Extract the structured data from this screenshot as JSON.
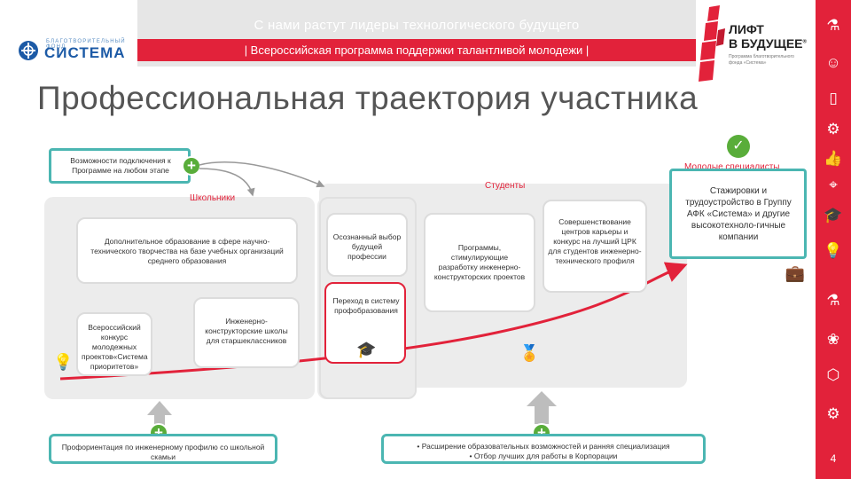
{
  "header": {
    "tagline": "С нами растут лидеры технологического будущего",
    "program": "| Всероссийская программа поддержки талантливой молодежи |"
  },
  "logos": {
    "left_sub": "БЛАГОТВОРИТЕЛЬНЫЙ ФОНД",
    "left_main": "СИСТЕМА",
    "right_line1": "ЛИФТ",
    "right_line2": "В БУДУЩЕЕ",
    "right_mark": "®",
    "right_sub": "Программа благотворительного фонда «Система»"
  },
  "title": "Профессиональная траектория участника",
  "diagram": {
    "connect": "Возможности подключения к Программе на любом этапе",
    "label_school": "Школьники",
    "label_students": "Студенты",
    "label_young": "Молодые специалисты",
    "school_extra": "Дополнительное образование в сфере научно-технического творчества на базе учебных организаций среднего образования",
    "contest": "Всероссийский конкурс молодежных проектов«Система приоритетов»",
    "eng_schools": "Инженерно-конструкторские школы для старшеклассников",
    "choice": "Осознанный выбор будущей профессии",
    "transition": "Переход в систему профобразования",
    "programs": "Программы, стимулирующие разработку инженерно-конструкторских проектов",
    "career": "Совершенствование центров карьеры и конкурс на лучший ЦРК для студентов инженерно-технического профиля",
    "intern": "Стажировки и трудоустройство в Группу АФК «Система» и другие высокотехноло-гичные компании",
    "bottom_left": "Профориентация по инженерному профилю со школьной скамьи",
    "bottom_right_1": "• Расширение образовательных возможностей и ранняя специализация",
    "bottom_right_2": "• Отбор лучших для работы в Корпорации"
  },
  "sidebar": {
    "icons": [
      "microscope-icon",
      "lightbulb-head-icon",
      "phone-icon",
      "robot-arm-icon",
      "thumbs-up-icon",
      "compass-icon",
      "graduate-icon",
      "bulb-icon",
      "flask-icon",
      "brain-icon",
      "molecule-icon",
      "gear-head-icon"
    ],
    "page": "4"
  },
  "colors": {
    "accent": "#e2223a",
    "teal": "#4bb6b2",
    "green": "#59ad3a",
    "gray": "#ececec"
  }
}
